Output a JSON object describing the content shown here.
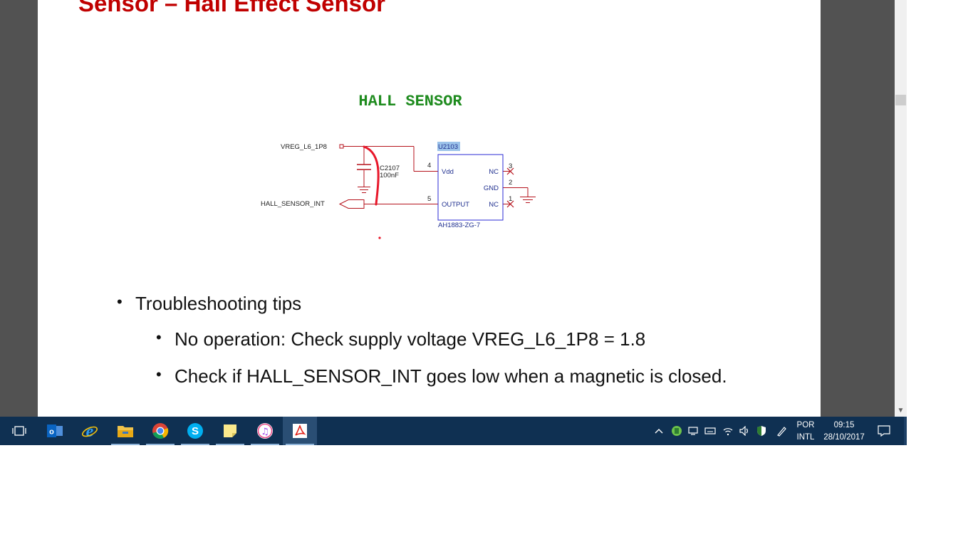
{
  "slide": {
    "title": "Sensor – Hall Effect Sensor"
  },
  "schematic": {
    "heading": "HALL SENSOR",
    "net_vreg": "VREG_L6_1P8",
    "net_int": "HALL_SENSOR_INT",
    "cap_ref": "C2107",
    "cap_value": "100nF",
    "ic_ref": "U2103",
    "ic_part": "AH1883-ZG-7",
    "pin_vdd_label": "Vdd",
    "pin_output_label": "OUTPUT",
    "pin_nc_top_label": "NC",
    "pin_gnd_label": "GND",
    "pin_nc_bottom_label": "NC",
    "pin_vdd_num": "4",
    "pin_output_num": "5",
    "pin_nc_top_num": "3",
    "pin_gnd_num": "2",
    "pin_nc_bottom_num": "1",
    "colors": {
      "wire": "#b5121b",
      "ic_box": "#2b2bd4",
      "ic_text": "#1f2f8f",
      "heading": "#1e8b1e",
      "annotation": "#e8172a",
      "ref_highlight": "#9cc3ea"
    }
  },
  "bullets": {
    "level1": "Troubleshooting tips",
    "level2_a": "No operation: Check supply voltage VREG_L6_1P8  = 1.8",
    "level2_b": "Check if HALL_SENSOR_INT goes low when a magnetic is closed.",
    "marker": "•"
  },
  "taskbar": {
    "apps": [
      "task-view",
      "outlook",
      "internet-explorer",
      "file-explorer",
      "chrome",
      "skype",
      "sticky-notes",
      "itunes",
      "acrobat-reader"
    ],
    "tray_icons": [
      "chevron-up",
      "evernote",
      "network-adapter",
      "keyboard",
      "wifi",
      "volume",
      "defender",
      "pen"
    ],
    "language_line1": "POR",
    "language_line2": "INTL",
    "time": "09:15",
    "date": "28/10/2017",
    "colors": {
      "background": "#0f3052",
      "active": "#2a4e74"
    }
  }
}
